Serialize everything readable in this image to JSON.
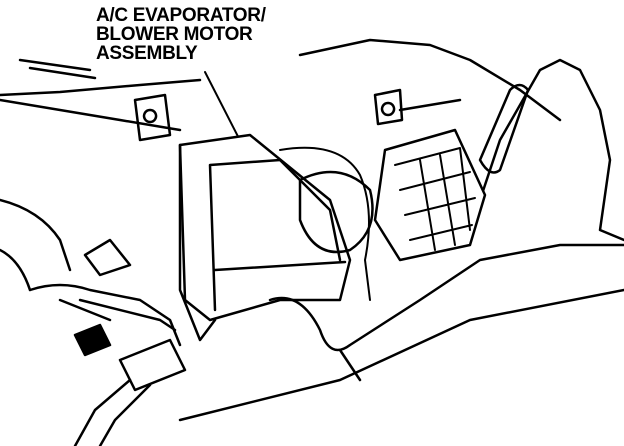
{
  "diagram": {
    "callout_lines": [
      "A/C EVAPORATOR/",
      "BLOWER MOTOR",
      "ASSEMBLY"
    ],
    "ink_color": "#000000",
    "background_color": "#ffffff"
  }
}
